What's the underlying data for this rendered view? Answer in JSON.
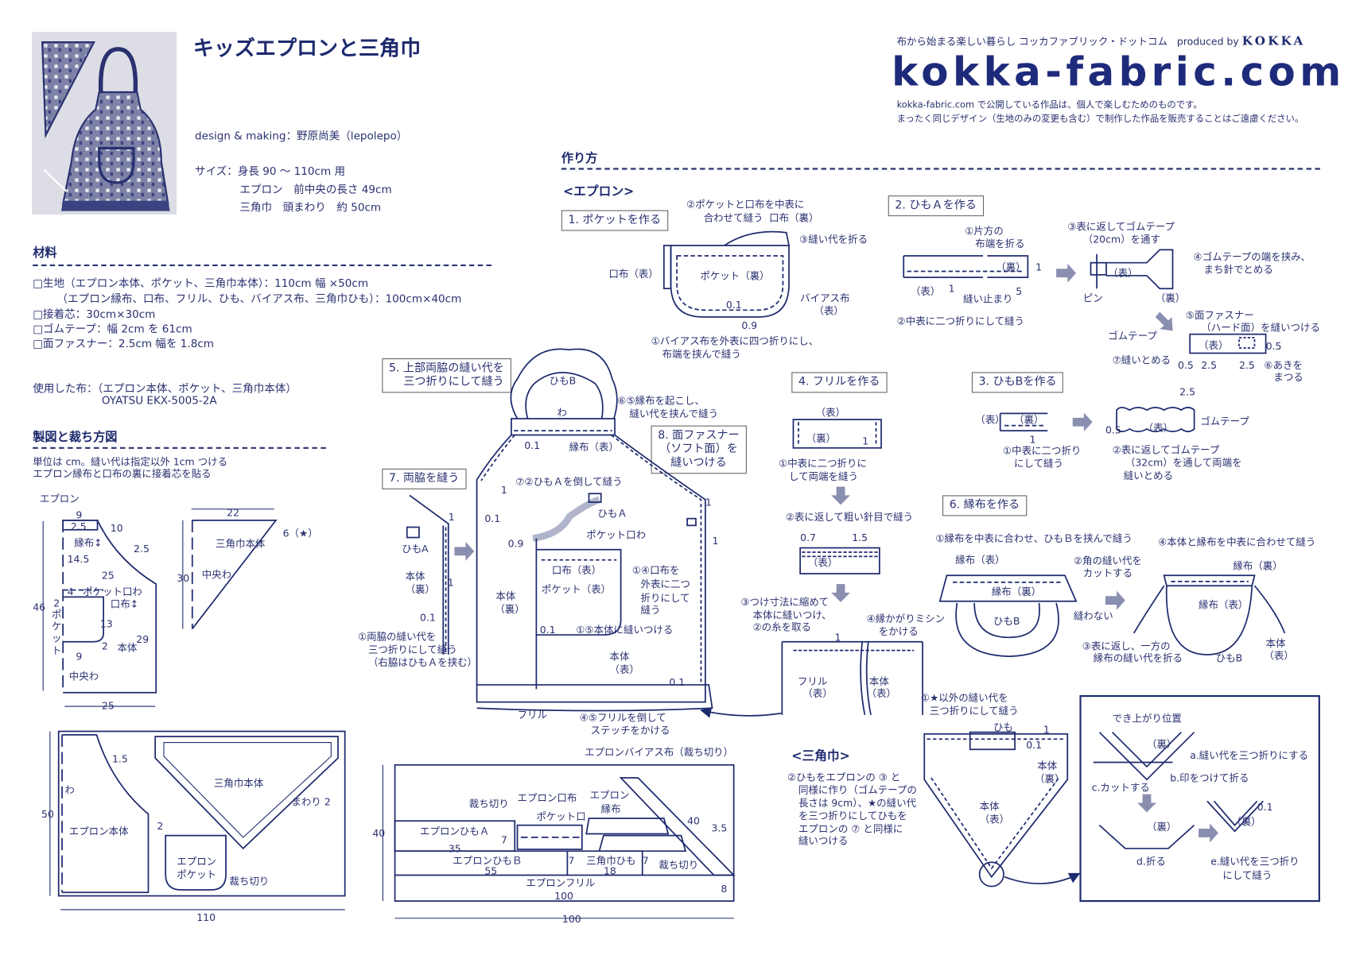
{
  "colors": {
    "ink": "#2a3170",
    "line": "#1e2a6e",
    "arrow": "#8a8fb0"
  },
  "header": {
    "title": "キッズエプロンと三角巾",
    "design": "design & making：野原尚美（lepolepo）",
    "size": [
      "サイズ：身長 90 ～ 110cm 用",
      "エプロン　前中央の長さ 49cm",
      "三角巾　頭まわり　約 50cm"
    ],
    "materials_heading": "材料",
    "materials": [
      "□生地（エプロン本体、ポケット、三角巾本体）：110cm 幅 ×50cm",
      "（エプロン縁布、口布、フリル、ひも、バイアス布、三角巾ひも）：100cm×40cm",
      "□接着芯：30cm×30cm",
      "□ゴムテープ：幅 2cm を 61cm",
      "□面ファスナー：2.5cm 幅を 1.8cm"
    ],
    "used_fabric": [
      "使用した布：（エプロン本体、ポケット、三角巾本体）",
      "OYATSU EKX-5005-2A"
    ],
    "drafting_heading": "製図と裁ち方図",
    "notes": [
      "単位は cm。縫い代は指定以外 1cm つける",
      "エプロン縁布と口布の裏に接着芯を貼る"
    ],
    "apron_label": "エプロン"
  },
  "site": {
    "tagline": "布から始まる楽しい暮らし コッカファブリック・ドットコム",
    "produced_by": "produced by",
    "brand": "KOKKA",
    "logo": "kokka-fabric.com",
    "notice": [
      "kokka-fabric.com で公開している作品は、個人で楽しむためのものです。",
      "まったく同じデザイン（生地のみの変更も含む）で制作した作品を販売することはご遠慮ください。"
    ]
  },
  "howto": {
    "heading": "作り方",
    "apron_section": "<エプロン>",
    "triangle_section": "<三角巾>"
  },
  "steps": {
    "s1": "1. ポケットを作る",
    "s2": "2. ひもＡを作る",
    "s3": "3. ひもBを作る",
    "s4": "4. フリルを作る",
    "s5": [
      "5. 上部両脇の縫い代を",
      "三つ折りにして縫う"
    ],
    "s6": "6. 縁布を作る",
    "s7": "7. 両脇を縫う",
    "s8": [
      "8. 面ファスナー",
      "（ソフト面）を",
      "縫いつける"
    ]
  },
  "labels": {
    "d1": [
      "②ポケットと口布を中表に",
      "合わせて縫う",
      "口布（裏）",
      "③縫い代を折る",
      "口布（表）",
      "ポケット（裏）",
      "バイアス布",
      "（表）",
      "0.1",
      "0.9",
      "①バイアス布を外表に四つ折りにし、",
      "布端を挟んで縫う"
    ],
    "d2": [
      "①片方の",
      "布端を折る",
      "（裏）",
      "1",
      "（表）",
      "1",
      "5",
      "縫い止まり",
      "②中表に二つ折りにして縫う",
      "③表に返してゴムテープ",
      "（20cm）を通す",
      "④ゴムテープの端を挟み、",
      "まち針でとめる",
      "（表）",
      "ピン",
      "（裏）",
      "⑤面ファスナー",
      "（ハード面）を縫いつける",
      "ゴムテープ",
      "（表）",
      "0.5",
      "⑦縫いとめる",
      "0.5",
      "2.5",
      "2.5",
      "⑥あきを",
      "まつる"
    ],
    "d3": [
      "（表）",
      "（裏）",
      "1",
      "①中表に二つ折り",
      "にして縫う",
      "2.5",
      "0.5",
      "（表）",
      "ゴムテープ",
      "②表に返してゴムテープ",
      "（32cm）を通して両端を",
      "縫いとめる"
    ],
    "d4": [
      "（表）",
      "（裏）",
      "1",
      "①中表に二つ折りに",
      "して両端を縫う",
      "②表に返して粗い針目で縫う",
      "0.7",
      "1.5",
      "（表）",
      "③つけ寸法に縮めて",
      "本体に縫いつけ、",
      "②の糸を取る",
      "④縁かがりミシン",
      "をかける",
      "1",
      "フリル",
      "（表）",
      "本体",
      "（表）"
    ],
    "d6": [
      "①縁布を中表に合わせ、ひもＢを挟んで縫う",
      "縁布（表）",
      "②角の縫い代を",
      "カットする",
      "縁布（裏）",
      "縫わない",
      "ひもB",
      "④本体と縁布を中表に合わせて縫う",
      "縁布（裏）",
      "縁布（表）",
      "③表に返し、一方の",
      "縁布の縫い代を折る",
      "本体",
      "（表）",
      "ひもB"
    ],
    "dm": [
      "ひもB",
      "⑥⑤縁布を起こし、",
      "縫い代を挟んで縫う",
      "わ",
      "0.1",
      "縁布（表）",
      "⑦②ひもＡを倒して縫う",
      "ひもＡ",
      "1",
      "0.1",
      "0.9",
      "ポケット口わ",
      "口布（表）",
      "ポケット（表）",
      "本体",
      "（裏）",
      "①④口布を",
      "外表に二つ",
      "折りにして",
      "縫う",
      "0.1",
      "①⑤本体に縫いつける",
      "本体",
      "（表）",
      "0.1",
      "フリル",
      "④⑤フリルを倒して",
      "ステッチをかける",
      "1",
      "1"
    ],
    "d7": [
      "ひもA",
      "1",
      "本体",
      "（裏）",
      "1",
      "0.1",
      "①両脇の縫い代を",
      "三つ折りにして縫う",
      "（右脇はひもＡを挟む）"
    ],
    "dt": [
      "①★以外の縫い代を",
      "三つ折りにして縫う",
      "ひも",
      "1",
      "0.1",
      "本体",
      "（裏）",
      "本体",
      "（表）",
      "②ひもをエプロンの ③ と",
      "同様に作り（ゴムテープの",
      "長さは 9cm）、★の縫い代",
      "を三つ折りにしてひもを",
      "エプロンの ⑦ と同様に",
      "縫いつける"
    ],
    "dd": [
      "でき上がり位置",
      "（裏）",
      "a.縫い代を三つ折りにする",
      "b.印をつけて折る",
      "c.カットする",
      "（裏）",
      "d.折る",
      "0.1",
      "（裏）",
      "e.縫い代を三つ折り",
      "にして縫う"
    ],
    "pa": [
      "9",
      "2.5",
      "10",
      "縁布↕",
      "2.5",
      "14.5",
      "25",
      "4",
      "ポケット口わ",
      "2",
      "口布↕",
      "46",
      "ポ",
      "ケ",
      "ッ",
      "ト",
      "13",
      "2",
      "9",
      "29",
      "本体",
      "中央わ",
      "25"
    ],
    "pt": [
      "22",
      "6（★）",
      "三角巾本体",
      "30",
      "中央わ"
    ],
    "c1": [
      "50",
      "わ",
      "1.5",
      "エプロン本体",
      "2",
      "三角巾本体",
      "まわり 2",
      "エプロン",
      "ポケット",
      "裁ち切り",
      "110"
    ],
    "c2": [
      "エプロンバイアス布（裁ち切り）",
      "40",
      "裁ち切り",
      "エプロン口布",
      "エプロン",
      "縁布",
      "ポケット口",
      "エプロンひもＡ",
      "7",
      "35",
      "エプロンひもＢ",
      "7",
      "三角巾ひも",
      "7",
      "裁ち切り",
      "55",
      "18",
      "40",
      "3.5",
      "エプロンフリル",
      "8",
      "100",
      "100"
    ]
  }
}
